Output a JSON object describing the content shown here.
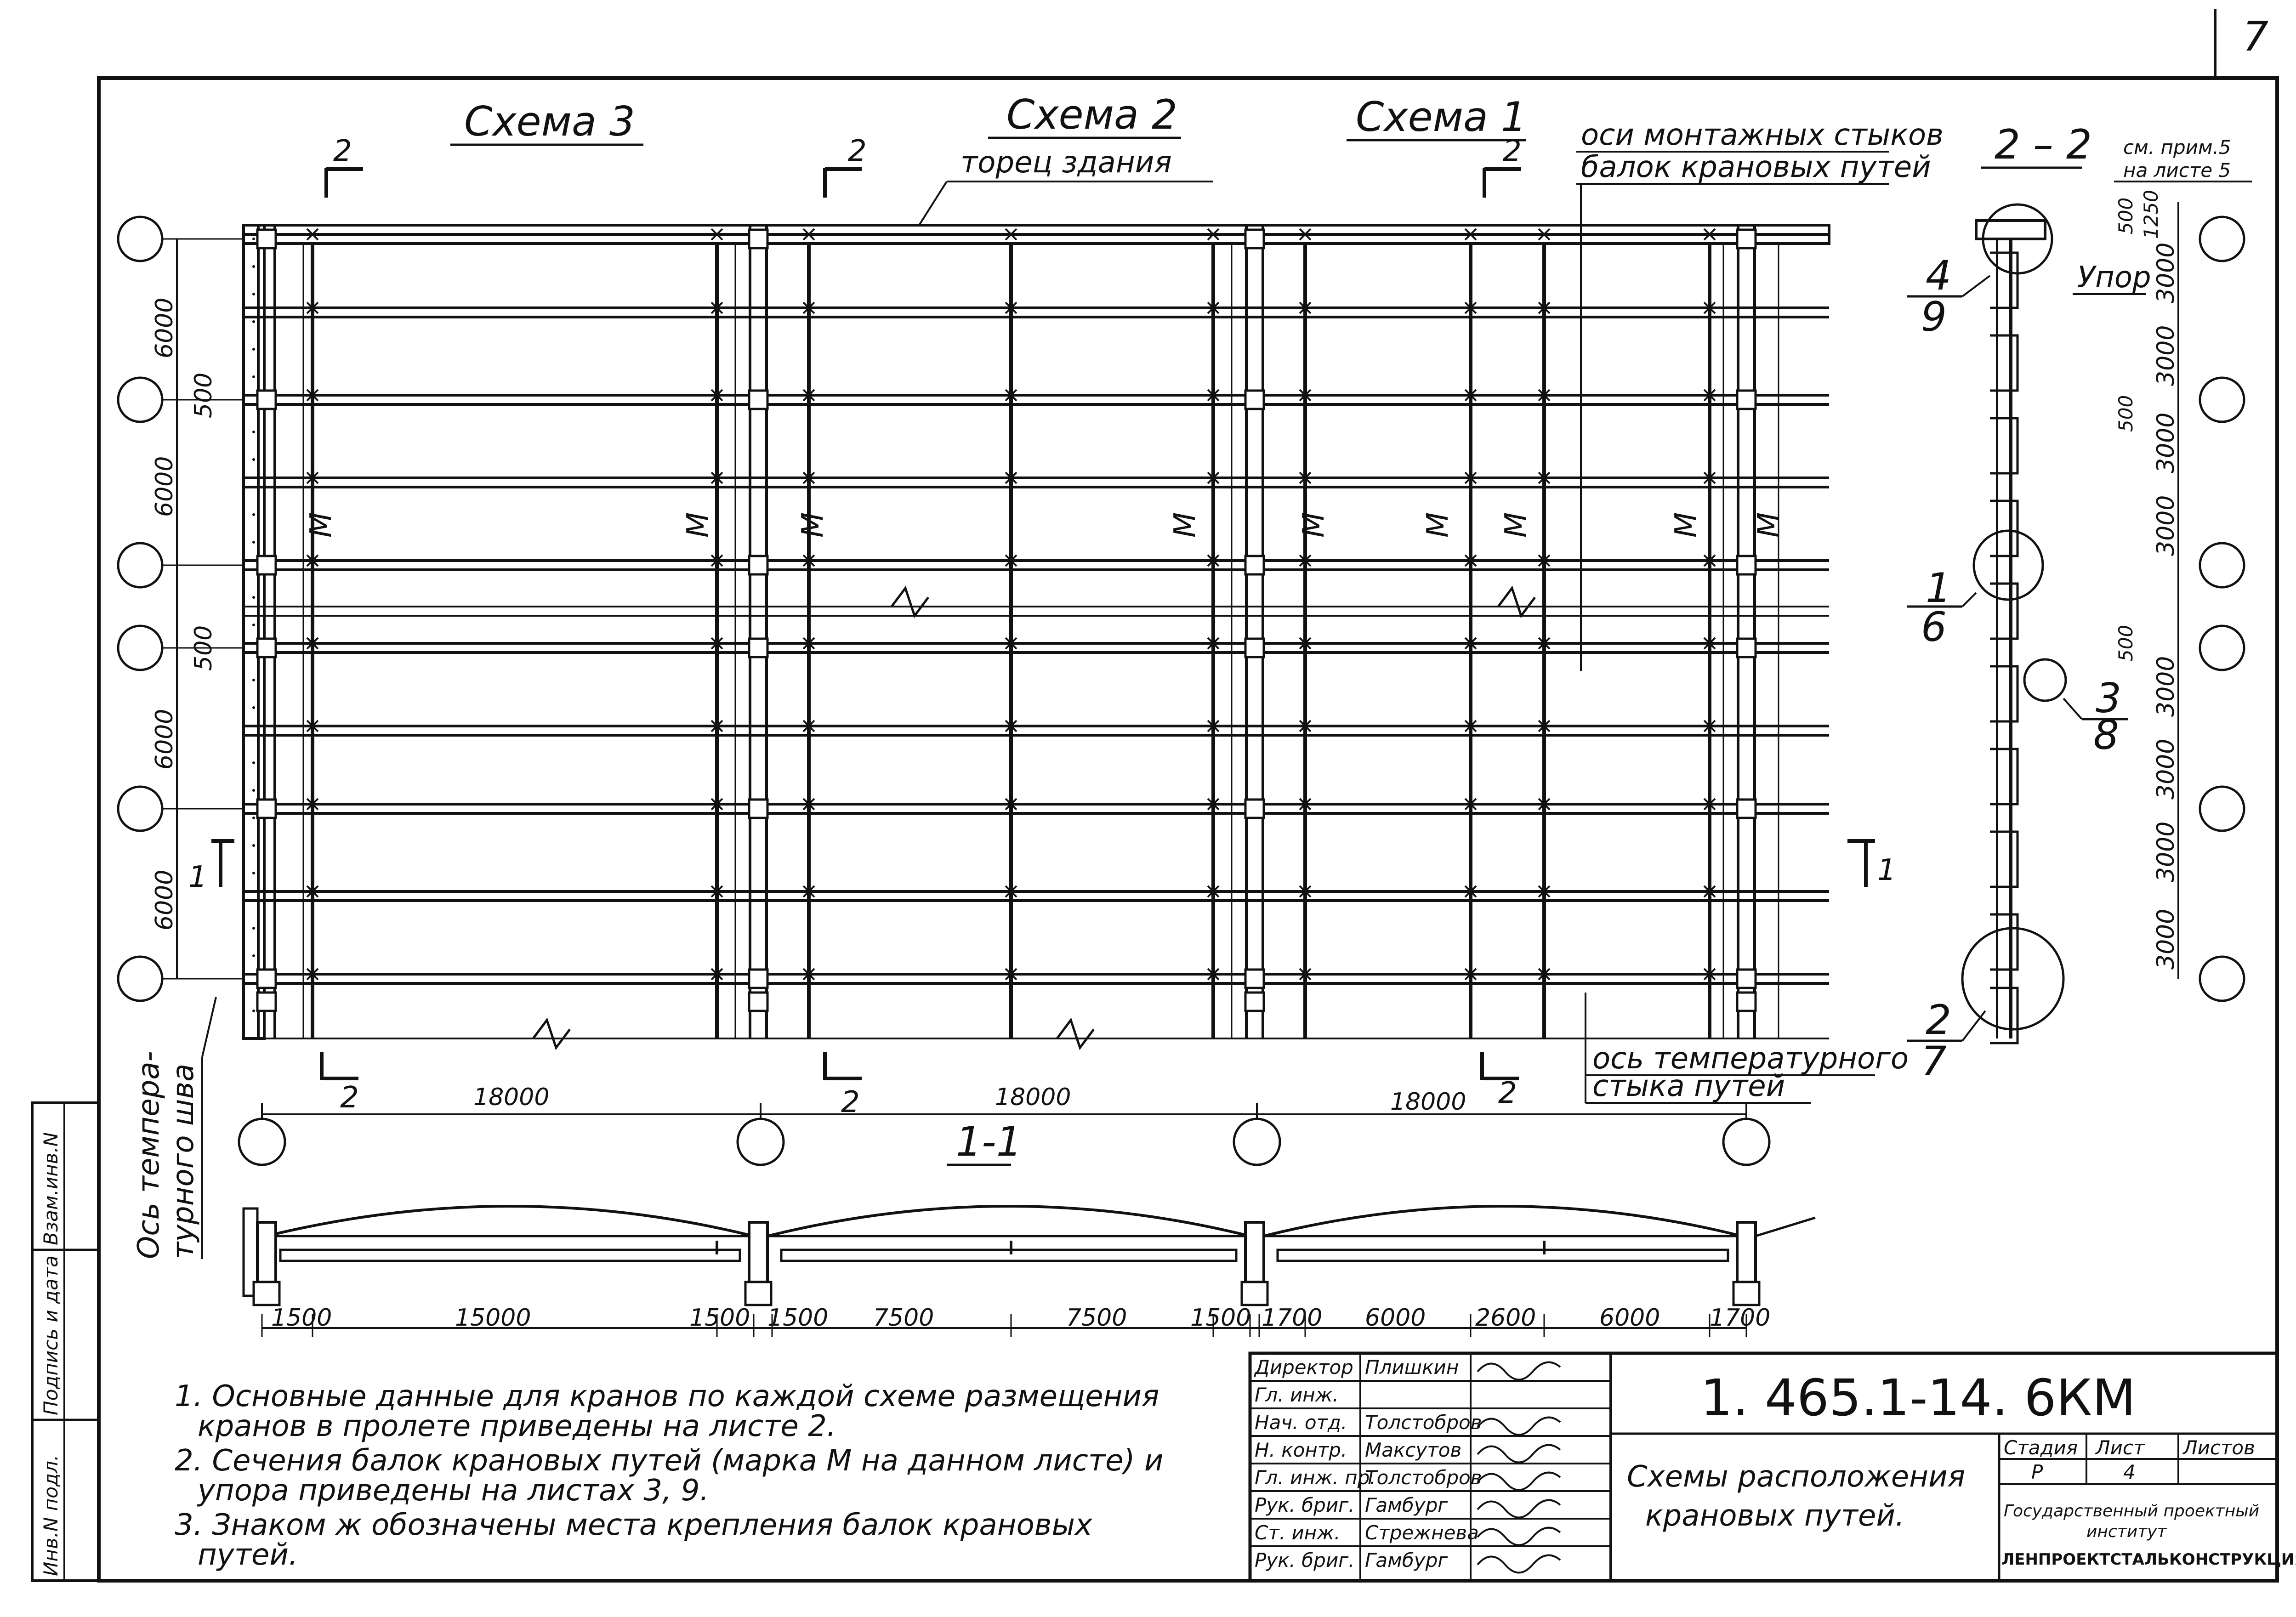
{
  "page_number": "7",
  "schemes": {
    "s3": "Схема 3",
    "s2": "Схема 2",
    "s1": "Схема 1"
  },
  "building_end": "торец здания",
  "joint_axes": {
    "line1": "оси монтажных стыков",
    "line2": "балок крановых путей"
  },
  "temp_joint": {
    "line1": "ось температурного",
    "line2": "стыка путей"
  },
  "temp_seam_axis": {
    "line1": "Ось темпера-",
    "line2": "турного шва"
  },
  "section_2_2": "2 – 2",
  "see_note": {
    "line1": "см. прим.5",
    "line2": "на листе 5"
  },
  "stop_label": "Упор",
  "section_cut_2": "2",
  "section_cut_1": "1",
  "section_1_1": "1-1",
  "beam_mark": "М",
  "left_dims": {
    "d6000": "6000",
    "d500": "500"
  },
  "bottom_dims": [
    "18000",
    "18000",
    "18000"
  ],
  "section_22_dims": {
    "d500": "500",
    "d1250": "1250",
    "d3000": "3000"
  },
  "callouts": [
    {
      "num": "4",
      "den": "9"
    },
    {
      "num": "1",
      "den": "6"
    },
    {
      "num": "3",
      "den": "8"
    },
    {
      "num": "2",
      "den": "7"
    }
  ],
  "section_dims": {
    "d1500": "1500",
    "d15000": "15000",
    "d7500": "7500",
    "d1700": "1700",
    "d6000": "6000",
    "d2600": "2600"
  },
  "notes": [
    "1. Основные  данные для  кранов по каждой схеме размещения",
    "кранов  в  пролете  приведены  на  листе 2.",
    "2. Сечения  балок крановых путей (марка М на данном листе) и",
    "упора  приведены  на  листах 3, 9.",
    "3. Знаком ж обозначены места  крепления  балок  крановых",
    "путей."
  ],
  "side_stamp": {
    "inv": "Инв.N подл.",
    "sign": "Подпись и дата",
    "vzam": "Взам.инв.N"
  },
  "title_block": {
    "doc_code": "1. 465.1-14. 6КМ",
    "title_line1": "Схемы  расположения",
    "title_line2": "крановых  путей.",
    "stage_header": "Стадия",
    "sheet_header": "Лист",
    "sheets_header": "Листов",
    "stage": "Р",
    "sheet": "4",
    "sheets": "",
    "org_line1": "Государственный проектный",
    "org_line2": "институт",
    "org_line3": "ЛЕНПРОЕКТСТАЛЬКОНСТРУКЦИЯ",
    "roles": [
      {
        "role": "Директор",
        "name": "Плишкин"
      },
      {
        "role": "Гл. инж.",
        "name": ""
      },
      {
        "role": "Нач. отд.",
        "name": "Толстобров"
      },
      {
        "role": "Н. контр.",
        "name": "Максутов"
      },
      {
        "role": "Гл. инж. пр.",
        "name": "Толстобров"
      },
      {
        "role": "Рук. бриг.",
        "name": "Гамбург"
      },
      {
        "role": "Ст. инж.",
        "name": "Стрежнева"
      },
      {
        "role": "Рук. бриг.",
        "name": "Гамбург"
      }
    ]
  }
}
